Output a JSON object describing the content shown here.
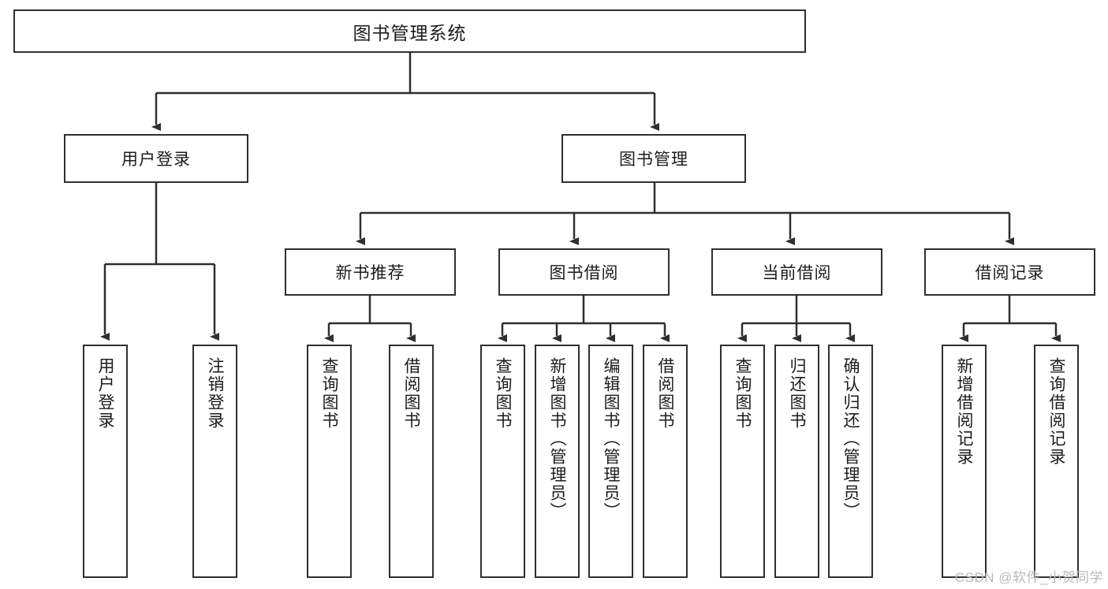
{
  "diagram": {
    "title": "图书管理系统",
    "type": "tree-hierarchy-chart",
    "stroke_color": "#2f2f2f",
    "background_color": "#ffffff",
    "root": {
      "label": "图书管理系统"
    },
    "level1": [
      {
        "label": "用户登录"
      },
      {
        "label": "图书管理"
      }
    ],
    "level2": [
      {
        "label": "新书推荐"
      },
      {
        "label": "图书借阅"
      },
      {
        "label": "当前借阅"
      },
      {
        "label": "借阅记录"
      }
    ],
    "leaves": {
      "user_login": [
        {
          "label": "用户登录"
        },
        {
          "label": "注销登录"
        }
      ],
      "new_book_recommend": [
        {
          "label": "查询图书"
        },
        {
          "label": "借阅图书"
        }
      ],
      "book_borrow": [
        {
          "label": "查询图书"
        },
        {
          "label": "新增图书（管理员）"
        },
        {
          "label": "编辑图书（管理员）"
        },
        {
          "label": "借阅图书"
        }
      ],
      "current_borrow": [
        {
          "label": "查询图书"
        },
        {
          "label": "归还图书"
        },
        {
          "label": "确认归还（管理员）"
        }
      ],
      "borrow_record": [
        {
          "label": "新增借阅记录"
        },
        {
          "label": "查询借阅记录"
        }
      ]
    }
  },
  "watermark": {
    "text": "CSDN @软件_小贺同学"
  }
}
